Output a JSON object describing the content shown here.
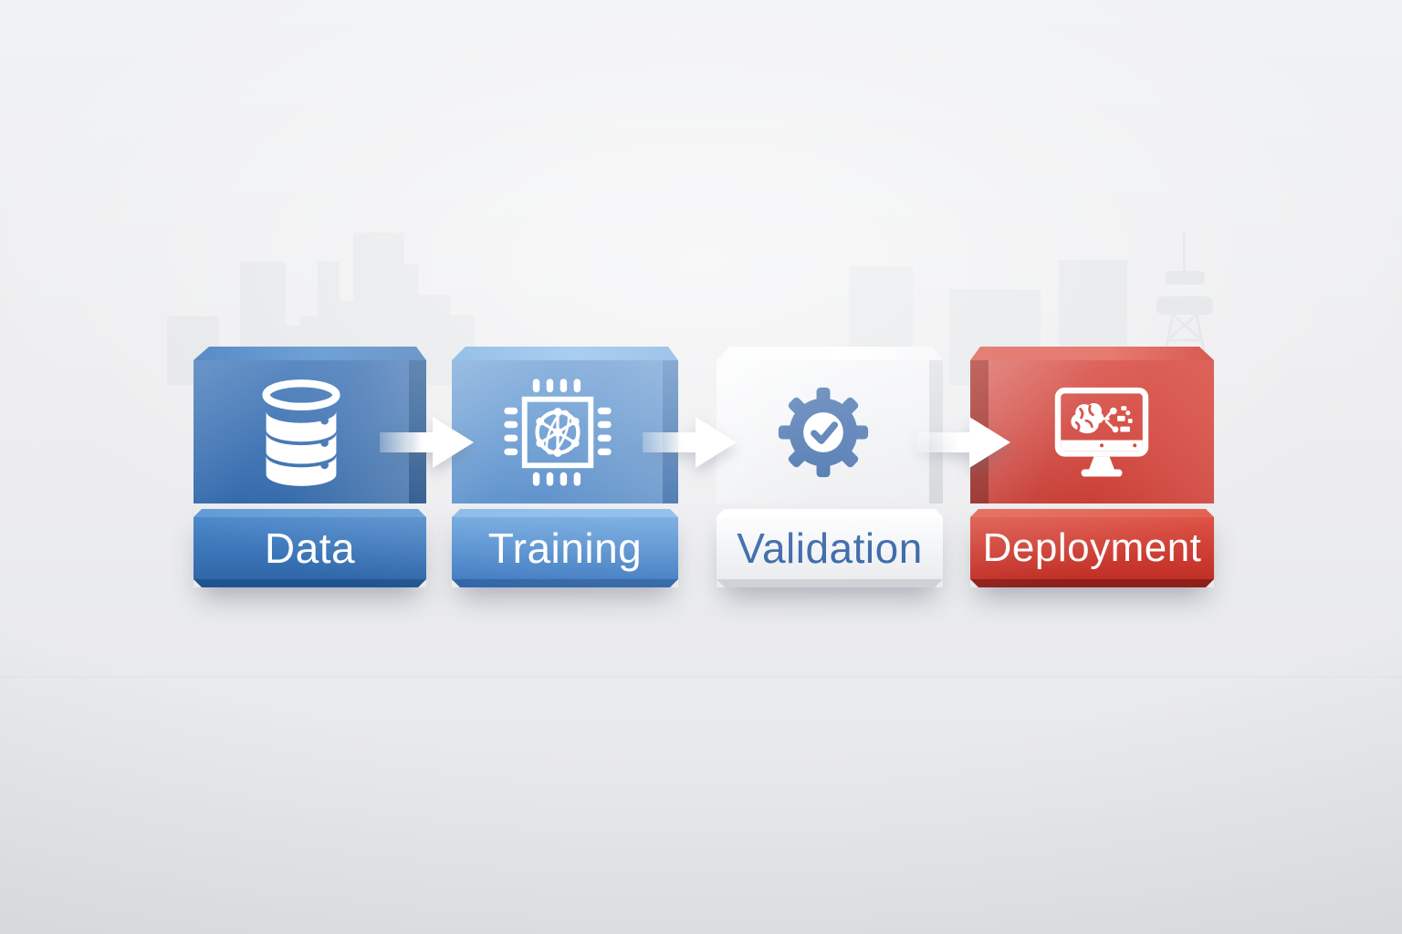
{
  "diagram": {
    "type": "pipeline-flow",
    "steps": [
      {
        "id": "data",
        "label": "Data",
        "icon": "database-icon",
        "face_color": "#2c64ac",
        "label_color": "#ffffff"
      },
      {
        "id": "training",
        "label": "Training",
        "icon": "chip-network-icon",
        "face_color": "#4a86c6",
        "label_color": "#ffffff"
      },
      {
        "id": "validation",
        "label": "Validation",
        "icon": "gear-check-icon",
        "face_color": "#f0f1f3",
        "label_color": "#2e5fa3"
      },
      {
        "id": "deployment",
        "label": "Deployment",
        "icon": "monitor-ai-icon",
        "face_color": "#ce352c",
        "label_color": "#ffffff"
      }
    ],
    "arrows": {
      "count": 3,
      "color": "#ffffff",
      "direction": "right"
    },
    "background": {
      "base_color": "#ededef",
      "skyline_color": "#e4e6e9",
      "skyline_elements": [
        "buildings",
        "radio-tower"
      ]
    }
  }
}
